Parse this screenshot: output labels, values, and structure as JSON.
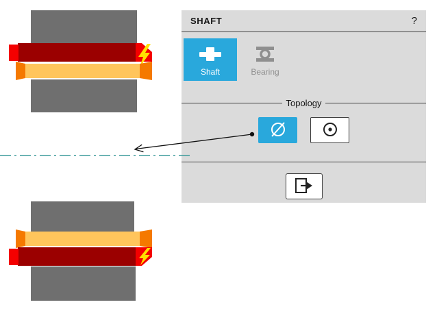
{
  "panel": {
    "title": "SHAFT",
    "help_label": "?",
    "tabs": [
      {
        "label": "Shaft",
        "active": true
      },
      {
        "label": "Bearing",
        "active": false
      }
    ],
    "topology": {
      "legend": "Topology",
      "options": [
        {
          "id": "outer-diameter",
          "icon": "diameter-icon",
          "glyph": "⌀",
          "selected": true
        },
        {
          "id": "center-bore",
          "icon": "center-dot-icon",
          "glyph": "⊙",
          "selected": false
        }
      ]
    },
    "apply": {
      "icon": "exit-arrow-icon"
    }
  },
  "colors": {
    "accent": "#29a8dc",
    "panel_bg": "#dbdbdb",
    "divider": "#3f3f3f",
    "shaft_gray": "#6f6f6f",
    "dark_red": "#9b0000",
    "bright_red": "#f40000",
    "light_orange": "#ffc55c",
    "dark_orange": "#f57900",
    "bolt_yellow": "#ffe000",
    "centerline": "#3d9b9b"
  }
}
